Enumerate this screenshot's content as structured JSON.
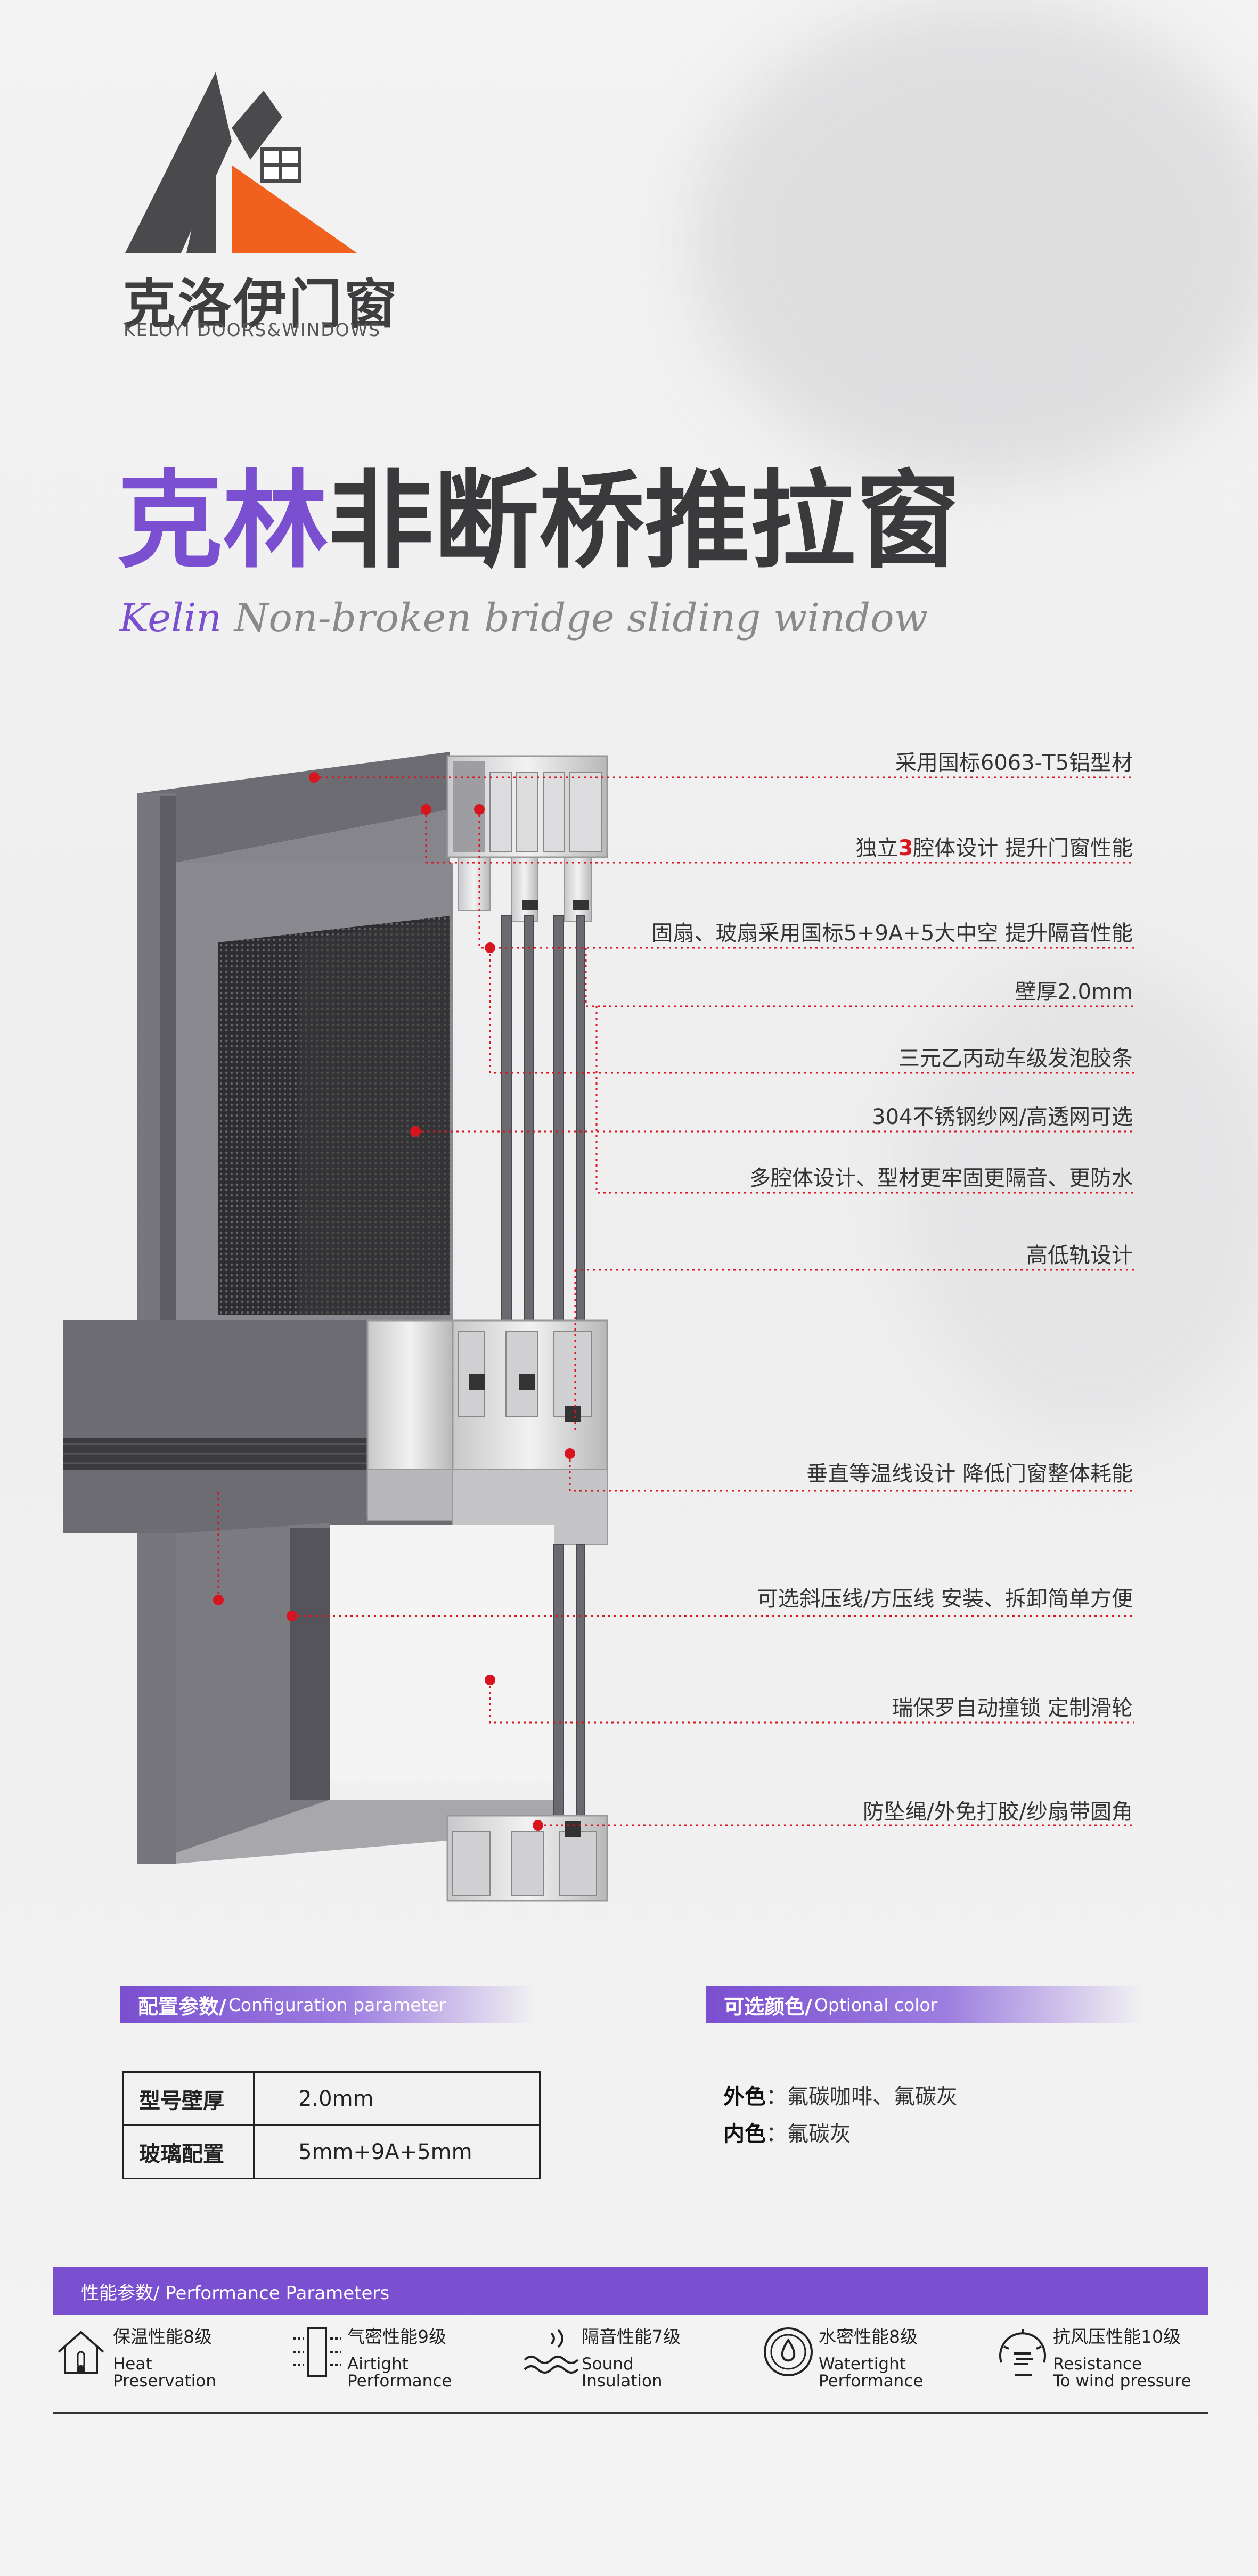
{
  "brand": {
    "name_cn": "克洛伊门窗",
    "name_en": "KELOYI DOORS&WINDOWS",
    "colors": {
      "accent": "#7a4fd0",
      "logo_dark": "#4a4a4c",
      "logo_orange": "#f0611e",
      "callout_red": "#d8141e"
    }
  },
  "title": {
    "accent": "克林",
    "rest": "非断桥推拉窗",
    "sub_accent": "Kelin",
    "sub_rest": " Non-broken bridge sliding window"
  },
  "callouts": [
    {
      "pre": "采用国标6063-T5铝型材",
      "red": "",
      "post": ""
    },
    {
      "pre": "独立",
      "red": "3",
      "post": "腔体设计 提升门窗性能"
    },
    {
      "pre": "固扇、玻扇采用国标5+9A+5大中空 提升隔音性能",
      "red": "",
      "post": ""
    },
    {
      "pre": "壁厚2.0mm",
      "red": "",
      "post": ""
    },
    {
      "pre": "三元乙丙动车级发泡胶条",
      "red": "",
      "post": ""
    },
    {
      "pre": "304不锈钢纱网/高透网可选",
      "red": "",
      "post": ""
    },
    {
      "pre": "多腔体设计、型材更牢固更隔音、更防水",
      "red": "",
      "post": ""
    },
    {
      "pre": "高低轨设计",
      "red": "",
      "post": ""
    },
    {
      "pre": "垂直等温线设计 降低门窗整体耗能",
      "red": "",
      "post": ""
    },
    {
      "pre": "可选斜压线/方压线  安装、拆卸简单方便",
      "red": "",
      "post": ""
    },
    {
      "pre": "瑞保罗自动撞锁 定制滑轮",
      "red": "",
      "post": ""
    },
    {
      "pre": "防坠绳/外免打胶/纱扇带圆角",
      "red": "",
      "post": ""
    }
  ],
  "config": {
    "title_cn": "配置参数/",
    "title_en": " Configuration parameter",
    "rows": [
      {
        "key": "型号壁厚",
        "value": "2.0mm"
      },
      {
        "key": "玻璃配置",
        "value": "5mm+9A+5mm"
      }
    ]
  },
  "colors_section": {
    "title_cn": "可选颜色/",
    "title_en": " Optional color",
    "outer_label": "外色",
    "outer_value": "：氟碳咖啡、氟碳灰",
    "inner_label": "内色",
    "inner_value": "：氟碳灰"
  },
  "performance": {
    "title": "性能参数/ Performance Parameters",
    "items": [
      {
        "icon": "house-thermometer-icon",
        "cn": "保温性能8级",
        "en1": "Heat",
        "en2": "Preservation"
      },
      {
        "icon": "airtight-seal-icon",
        "cn": "气密性能9级",
        "en1": "Airtight",
        "en2": "Performance"
      },
      {
        "icon": "sound-waves-icon",
        "cn": "隔音性能7级",
        "en1": "Sound",
        "en2": "Insulation"
      },
      {
        "icon": "water-drop-icon",
        "cn": "水密性能8级",
        "en1": "Watertight",
        "en2": "Performance"
      },
      {
        "icon": "wind-gauge-icon",
        "cn": "抗风压性能10级",
        "en1": "Resistance",
        "en2": "To wind pressure"
      }
    ]
  }
}
